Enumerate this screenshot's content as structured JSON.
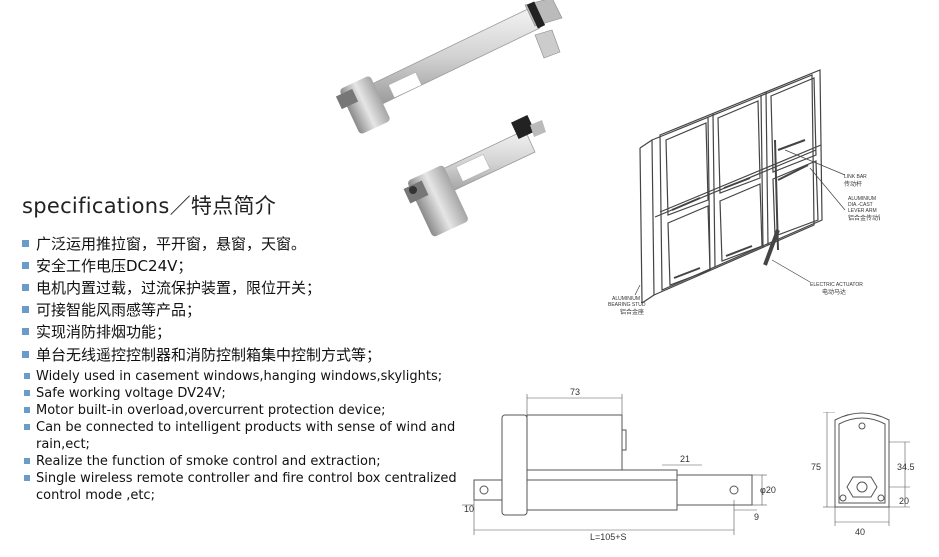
{
  "spec_title": "specifications／特点简介",
  "features_cn": [
    "广泛运用推拉窗，平开窗，悬窗，天窗。",
    "安全工作电压DC24V；",
    "电机内置过载，过流保护装置，限位开关；",
    "可接智能风雨感等产品；",
    "实现消防排烟功能；",
    "单台无线遥控控制器和消防控制箱集中控制方式等；"
  ],
  "features_en": [
    "Widely used in casement windows,hanging windows,skylights;",
    "Safe working voltage DV24V;",
    "Motor built-in overload,overcurrent protection device;",
    "Can be connected to intelligent products with sense of wind and rain,ect;",
    "Realize the function of smoke control and extraction;",
    "Single wireless remote controller and fire control box centralized control mode ,etc;"
  ],
  "window_labels": {
    "link_bar_en": "LINK BAR",
    "link_bar_cn": "传动杆",
    "lever_arm_en_1": "ALUMINIUM",
    "lever_arm_en_2": "DIA.-CAST",
    "lever_arm_en_3": "LEVER ARM",
    "lever_arm_cn": "铝合金传动臂",
    "actuator_en": "ELECTRIC ACTUATOR",
    "actuator_cn": "电动马达",
    "stud_en_1": "ALUMINIUM",
    "stud_en_2": "BEARING STUD",
    "stud_cn": "铝合金座"
  },
  "dimensions": {
    "motor_length": "73",
    "rod_offset": "21",
    "rod_diameter": "φ20",
    "left_offset": "10",
    "right_offset": "9",
    "total_length": "L=105+S",
    "height": "75",
    "hole_height": "34.5",
    "bottom_offset": "20",
    "width": "40"
  },
  "colors": {
    "bullet": "#6a9cc9",
    "line": "#555555"
  }
}
